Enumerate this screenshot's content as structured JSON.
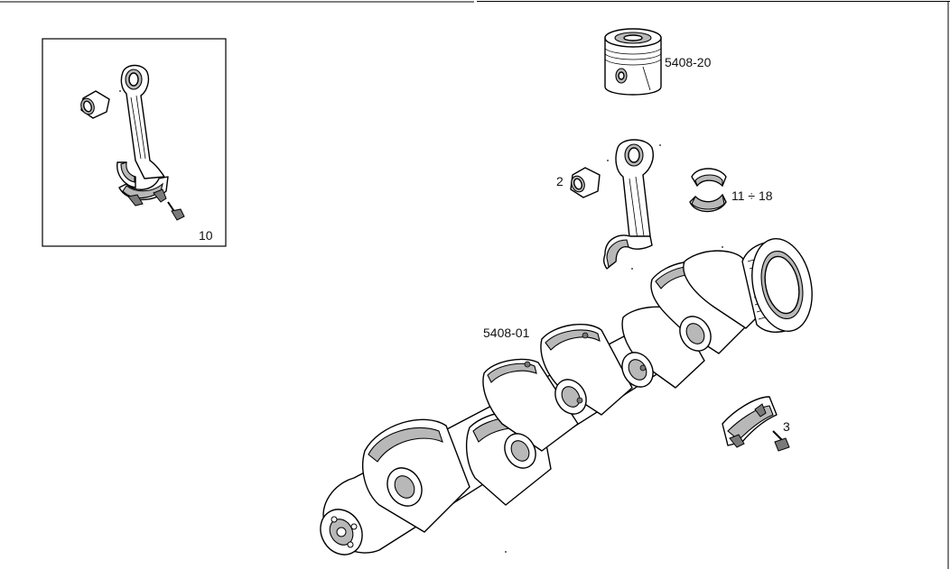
{
  "labels": {
    "piston": "5408-20",
    "small_end_bush": "2",
    "bearing_shells": "11 ÷ 18",
    "crankshaft": "5408-01",
    "main_bearing_cap_screw": "3",
    "inset_assembly": "10"
  },
  "colors": {
    "line": "#000000",
    "shade": "#b8b8b8",
    "dark_shade": "#7a7a7a",
    "background": "#ffffff"
  }
}
